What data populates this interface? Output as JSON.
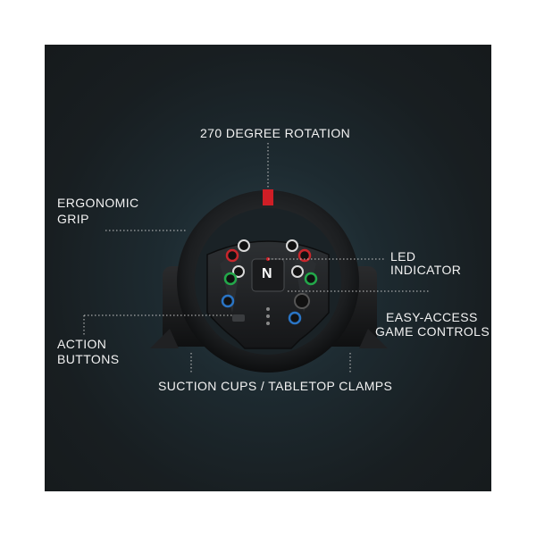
{
  "callouts": {
    "rotation": "270 DEGREE ROTATION",
    "grip_line1": "ERGONOMIC",
    "grip_line2": "GRIP",
    "led_line1": "LED",
    "led_line2": "INDICATOR",
    "controls_line1": "EASY-ACCESS",
    "controls_line2": "GAME CONTROLS",
    "action_line1": "ACTION",
    "action_line2": "BUTTONS",
    "mount": "SUCTION CUPS / TABLETOP CLAMPS"
  },
  "hub": {
    "logo_letter": "N"
  },
  "colors": {
    "accent_red": "#d01e26",
    "button_red": "#c8262c",
    "button_green": "#23a84a",
    "button_blue": "#2a74c4",
    "text": "#f2f2f2"
  }
}
